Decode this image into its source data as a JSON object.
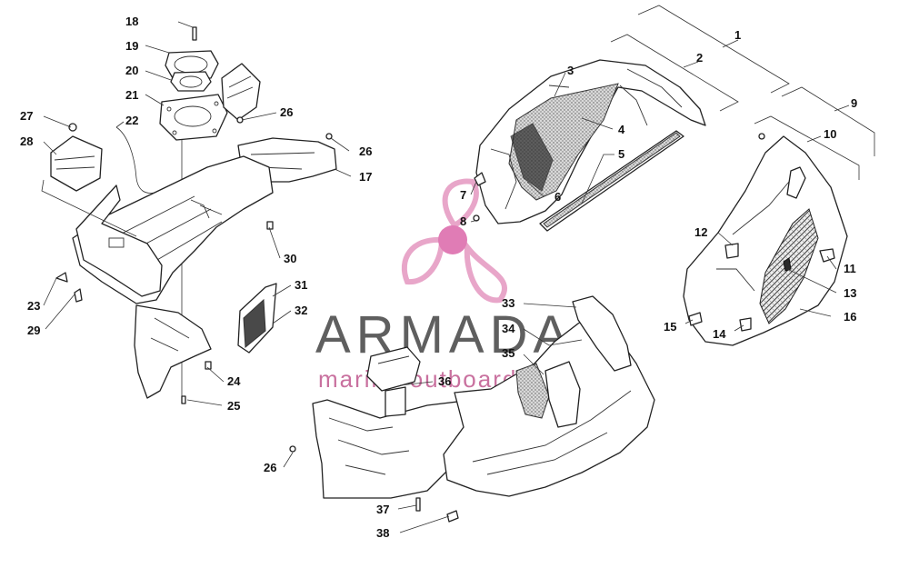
{
  "watermark": {
    "title": "ARMADA",
    "subtitle": "marine outboards",
    "title_color": "#5f5f5f",
    "subtitle_color": "#c9719f",
    "logo_color": "#e8a6c9",
    "logo_hub_color": "#e07cb5",
    "logo_icon": "propeller-icon"
  },
  "callouts": [
    {
      "id": "1",
      "label": "1"
    },
    {
      "id": "2",
      "label": "2"
    },
    {
      "id": "3",
      "label": "3"
    },
    {
      "id": "4",
      "label": "4"
    },
    {
      "id": "5",
      "label": "5"
    },
    {
      "id": "6",
      "label": "6"
    },
    {
      "id": "7",
      "label": "7"
    },
    {
      "id": "8",
      "label": "8"
    },
    {
      "id": "9",
      "label": "9"
    },
    {
      "id": "10",
      "label": "10"
    },
    {
      "id": "11",
      "label": "11"
    },
    {
      "id": "12",
      "label": "12"
    },
    {
      "id": "13",
      "label": "13"
    },
    {
      "id": "14",
      "label": "14"
    },
    {
      "id": "15",
      "label": "15"
    },
    {
      "id": "16",
      "label": "16"
    },
    {
      "id": "17",
      "label": "17"
    },
    {
      "id": "18",
      "label": "18"
    },
    {
      "id": "19",
      "label": "19"
    },
    {
      "id": "20",
      "label": "20"
    },
    {
      "id": "21",
      "label": "21"
    },
    {
      "id": "22",
      "label": "22"
    },
    {
      "id": "23",
      "label": "23"
    },
    {
      "id": "24",
      "label": "24"
    },
    {
      "id": "25",
      "label": "25"
    },
    {
      "id": "26a",
      "label": "26"
    },
    {
      "id": "26b",
      "label": "26"
    },
    {
      "id": "26c",
      "label": "26"
    },
    {
      "id": "27",
      "label": "27"
    },
    {
      "id": "28",
      "label": "28"
    },
    {
      "id": "29",
      "label": "29"
    },
    {
      "id": "30",
      "label": "30"
    },
    {
      "id": "31",
      "label": "31"
    },
    {
      "id": "32",
      "label": "32"
    },
    {
      "id": "33",
      "label": "33"
    },
    {
      "id": "34",
      "label": "34"
    },
    {
      "id": "35",
      "label": "35"
    },
    {
      "id": "36",
      "label": "36"
    },
    {
      "id": "37",
      "label": "37"
    },
    {
      "id": "38",
      "label": "38"
    }
  ]
}
